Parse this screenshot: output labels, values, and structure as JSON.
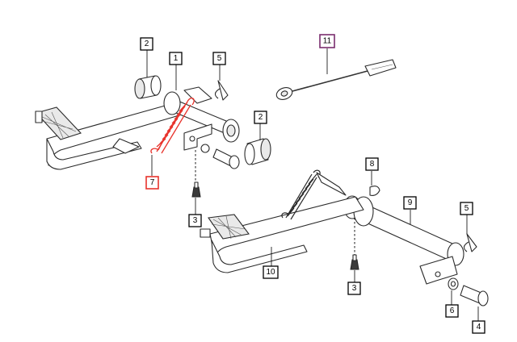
{
  "colors": {
    "line": "#2a2a2a",
    "highlight_red": "#e8332c",
    "highlight_purple": "#7a2d6e",
    "background": "#ffffff"
  },
  "callouts": [
    {
      "id": "c2a",
      "label": "2"
    },
    {
      "id": "c1",
      "label": "1"
    },
    {
      "id": "c5a",
      "label": "5"
    },
    {
      "id": "c11",
      "label": "11",
      "highlight": "purple"
    },
    {
      "id": "c2b",
      "label": "2"
    },
    {
      "id": "c7",
      "label": "7",
      "highlight": "red"
    },
    {
      "id": "c3a",
      "label": "3"
    },
    {
      "id": "c8",
      "label": "8"
    },
    {
      "id": "c9",
      "label": "9"
    },
    {
      "id": "c5b",
      "label": "5"
    },
    {
      "id": "c10",
      "label": "10"
    },
    {
      "id": "c3b",
      "label": "3"
    },
    {
      "id": "c6",
      "label": "6"
    },
    {
      "id": "c4",
      "label": "4"
    }
  ]
}
